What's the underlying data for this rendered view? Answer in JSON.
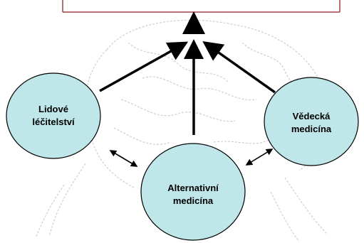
{
  "colors": {
    "circle_fill": "#bfe6e8",
    "circle_stroke": "#000000",
    "arrow": "#000000",
    "top_bar_border": "#a0404a",
    "brain_sketch": "#c8c8c8"
  },
  "nodes": {
    "lidove": {
      "line1": "Lidové",
      "line2": "léčitelství"
    },
    "alternativni": {
      "line1": "Alternativní",
      "line2": "medicína"
    },
    "vedecka": {
      "line1": "Vědecká",
      "line2": "medicína"
    }
  }
}
